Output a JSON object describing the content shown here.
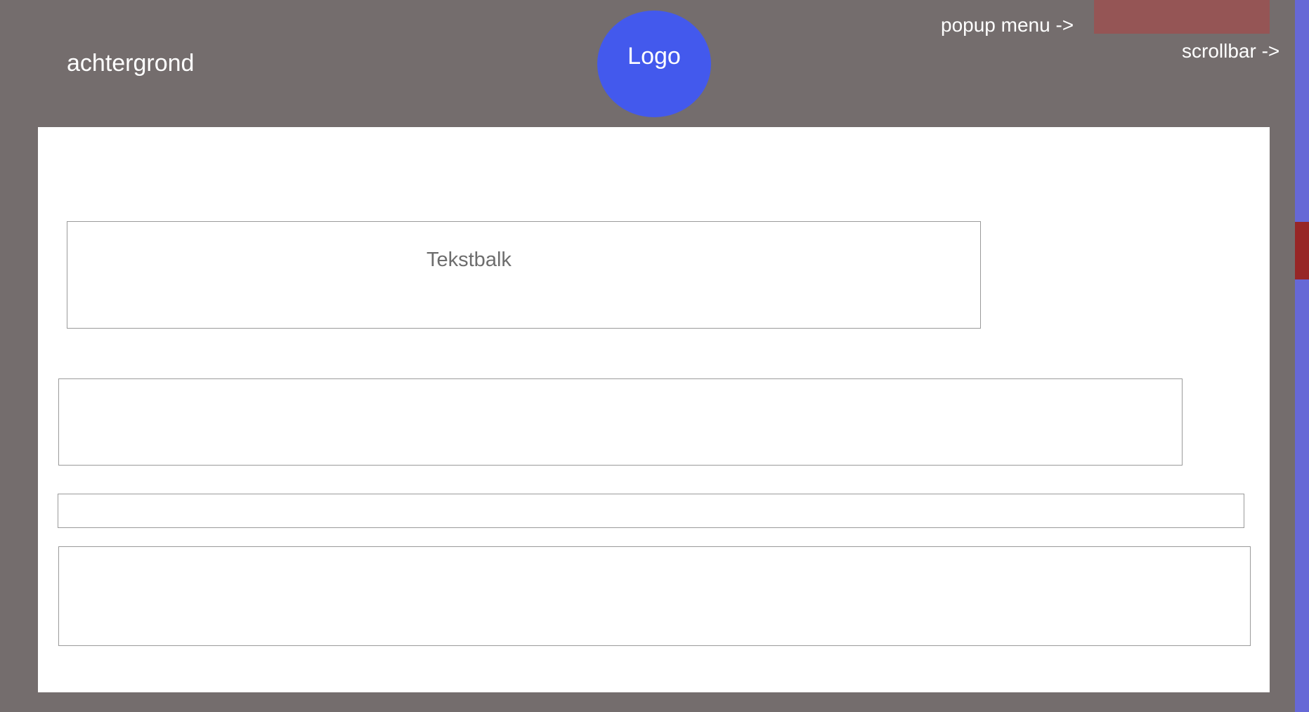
{
  "background": {
    "label": "achtergrond",
    "color": "#746d6d"
  },
  "logo": {
    "label": "Logo",
    "color": "#4359ed"
  },
  "popup_menu": {
    "annotation": "popup menu ->",
    "color": "#955555"
  },
  "scrollbar": {
    "annotation": "scrollbar ->",
    "track_color": "#6668d6",
    "thumb_color": "#972626"
  },
  "content": {
    "text_bar_label": "Tekstbalk"
  }
}
